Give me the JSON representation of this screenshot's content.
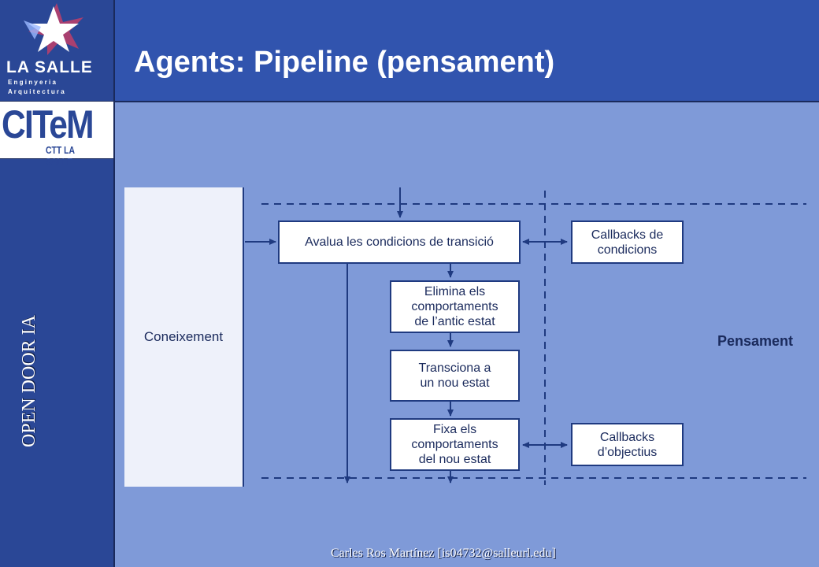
{
  "slide": {
    "title": "Agents: Pipeline (pensament)",
    "sidebar_text": "OPEN DOOR IA",
    "footer": "Carles Ros Martínez [is04732@salleurl.edu]"
  },
  "logos": {
    "lasalle": {
      "name": "LA SALLE",
      "line2": "E n g i n y e r i a",
      "line3": "A r q u i t e c t u r a"
    },
    "citem": {
      "name": "CITeM",
      "subtitle": "CTT LA SALLE"
    }
  },
  "diagram": {
    "knowledge": "Coneixement",
    "region_label": "Pensament",
    "steps": [
      {
        "lines": [
          "Avalua les condicions de transició"
        ]
      },
      {
        "lines": [
          "Elimina els",
          "comportaments",
          "de l’antic estat"
        ]
      },
      {
        "lines": [
          "Transciona a",
          "un nou estat"
        ]
      },
      {
        "lines": [
          "Fixa els",
          "comportaments",
          "del nou estat"
        ]
      }
    ],
    "callbacks": [
      {
        "lines": [
          "Callbacks de",
          "condicions"
        ]
      },
      {
        "lines": [
          "Callbacks",
          "d’objectius"
        ]
      }
    ]
  },
  "colors": {
    "background": "#7f9ad8",
    "header": "#3154ae",
    "sidebar": "#2a4796",
    "line": "#1f3a80"
  }
}
